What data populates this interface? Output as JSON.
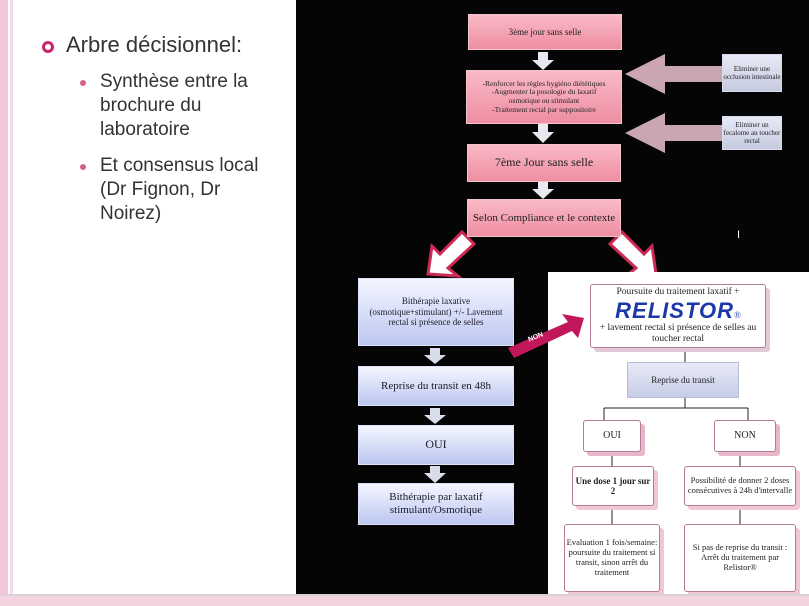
{
  "slide": {
    "heading": "Arbre décisionnel:",
    "bullets": [
      "Synthèse entre la brochure du laboratoire",
      "Et consensus local (Dr Fignon, Dr Noirez)"
    ]
  },
  "flow": {
    "step1": "3ème jour sans selle",
    "step2_lines": [
      "-Renforcer les règles hygiéno diététiques",
      "-Augmenter la posologie du laxatif osmotique ou stimulant",
      "-Traitement rectal par suppositoire"
    ],
    "side1": "Eliminer une occlusion intestinale",
    "side2": "Eliminer un fecalome au toucher rectal",
    "step3": "7ème Jour sans selle",
    "step4": "Selon Compliance et le contexte",
    "marker": "I"
  },
  "left_branch": {
    "box1": "Bithérapie laxative (osmotique+stimulant) +/- Lavement rectal si présence de selles",
    "box2": "Reprise du transit en 48h",
    "box3": "OUI",
    "box4": "Bithérapie par laxatif stimulant/Osmotique"
  },
  "right_branch": {
    "top_line1": "Poursuite du traitement laxatif +",
    "brand": "RELISTOR",
    "brand_mark": "®",
    "top_line2": "+ lavement rectal si présence de selles au toucher rectal",
    "badge": "NON",
    "transit": "Reprise du transit",
    "oui": "OUI",
    "non": "NON",
    "oui_detail": "Une dose 1 jour sur 2",
    "non_detail": "Possibilité de donner 2 doses consécutives à 24h d'intervalle",
    "eval": "Evaluation 1 fois/semaine: poursuite du traitement si transit, sinon arrêt du traitement",
    "stop": "Si pas de reprise du transit : Arrêt du traitement par Relistor®"
  }
}
